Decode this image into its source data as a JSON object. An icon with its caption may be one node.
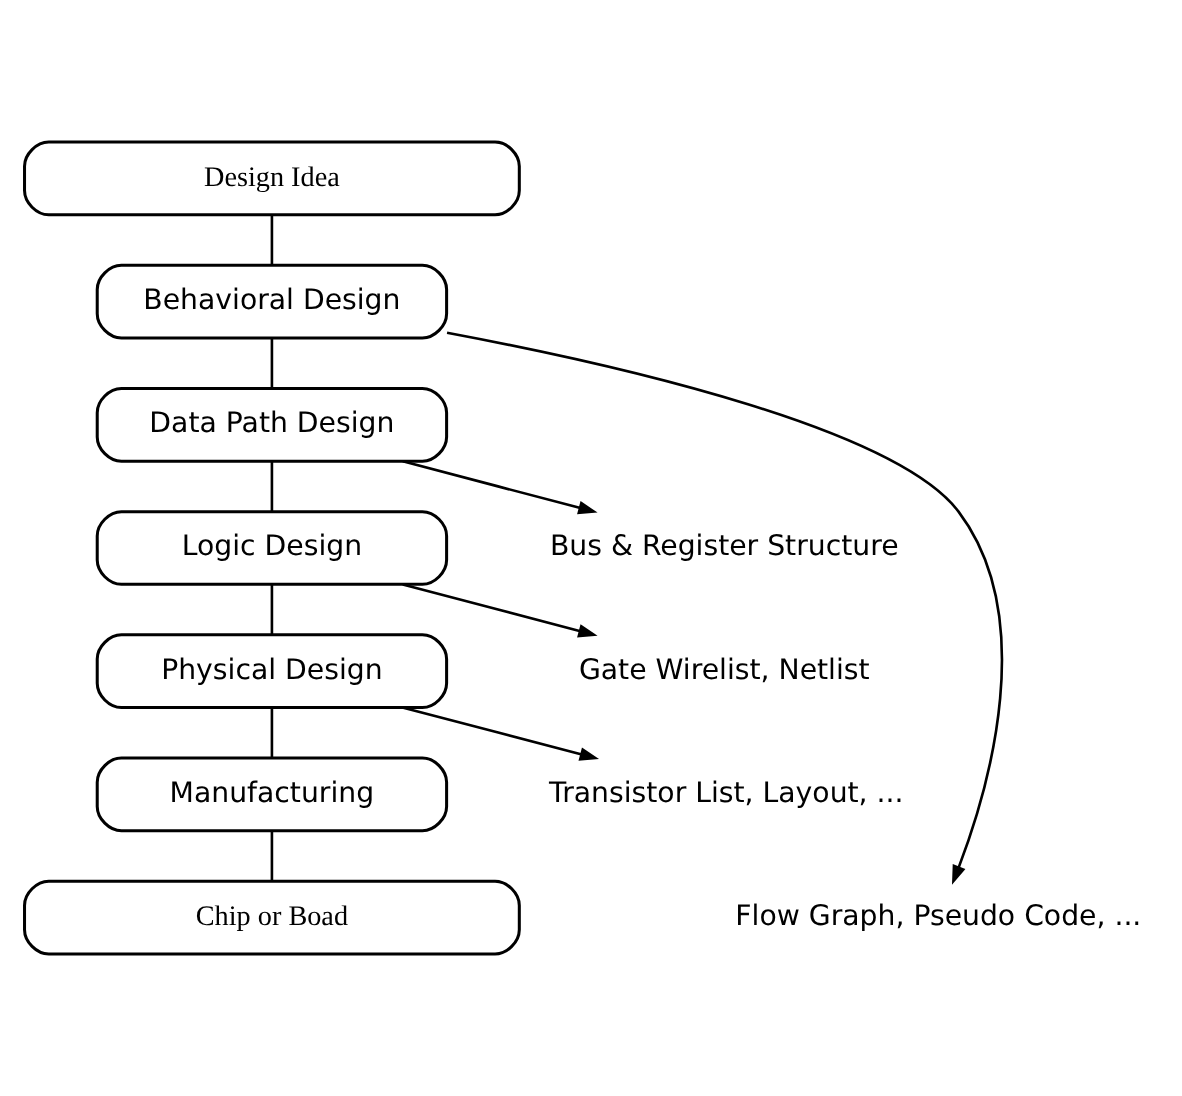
{
  "diagram": {
    "nodes": [
      {
        "text": [
          "Design Idea"
        ]
      },
      {
        "text": [
          "Behavioral Design"
        ]
      },
      {
        "text": [
          "Data Path Design"
        ]
      },
      {
        "text": [
          "Logic Design"
        ]
      },
      {
        "text": [
          "Physical Design"
        ]
      },
      {
        "text": [
          "Manufacturing"
        ]
      },
      {
        "text": [
          "Chip or Boad"
        ]
      },
      {
        "text": [
          "Flow Graph, Pseudo Code, ..."
        ]
      },
      {
        "text": [
          "Bus & Register Structure"
        ]
      },
      {
        "text": [
          "Gate Wirelist, Netlist"
        ]
      },
      {
        "text": [
          "Transistor List, Layout, ..."
        ]
      }
    ],
    "edges": [
      {
        "from": 0,
        "to": 1,
        "arrow": "none"
      },
      {
        "from": 1,
        "to": 2,
        "arrow": "none"
      },
      {
        "from": 1,
        "to": 7,
        "arrow": "to"
      },
      {
        "from": 2,
        "to": 3,
        "arrow": "none"
      },
      {
        "from": 2,
        "to": 8,
        "arrow": "to"
      },
      {
        "from": 3,
        "to": 4,
        "arrow": "none"
      },
      {
        "from": 3,
        "to": 9,
        "arrow": "to"
      },
      {
        "from": 4,
        "to": 5,
        "arrow": "none"
      },
      {
        "from": 4,
        "to": 10,
        "arrow": "to"
      },
      {
        "from": 5,
        "to": 6,
        "arrow": "none"
      }
    ]
  }
}
